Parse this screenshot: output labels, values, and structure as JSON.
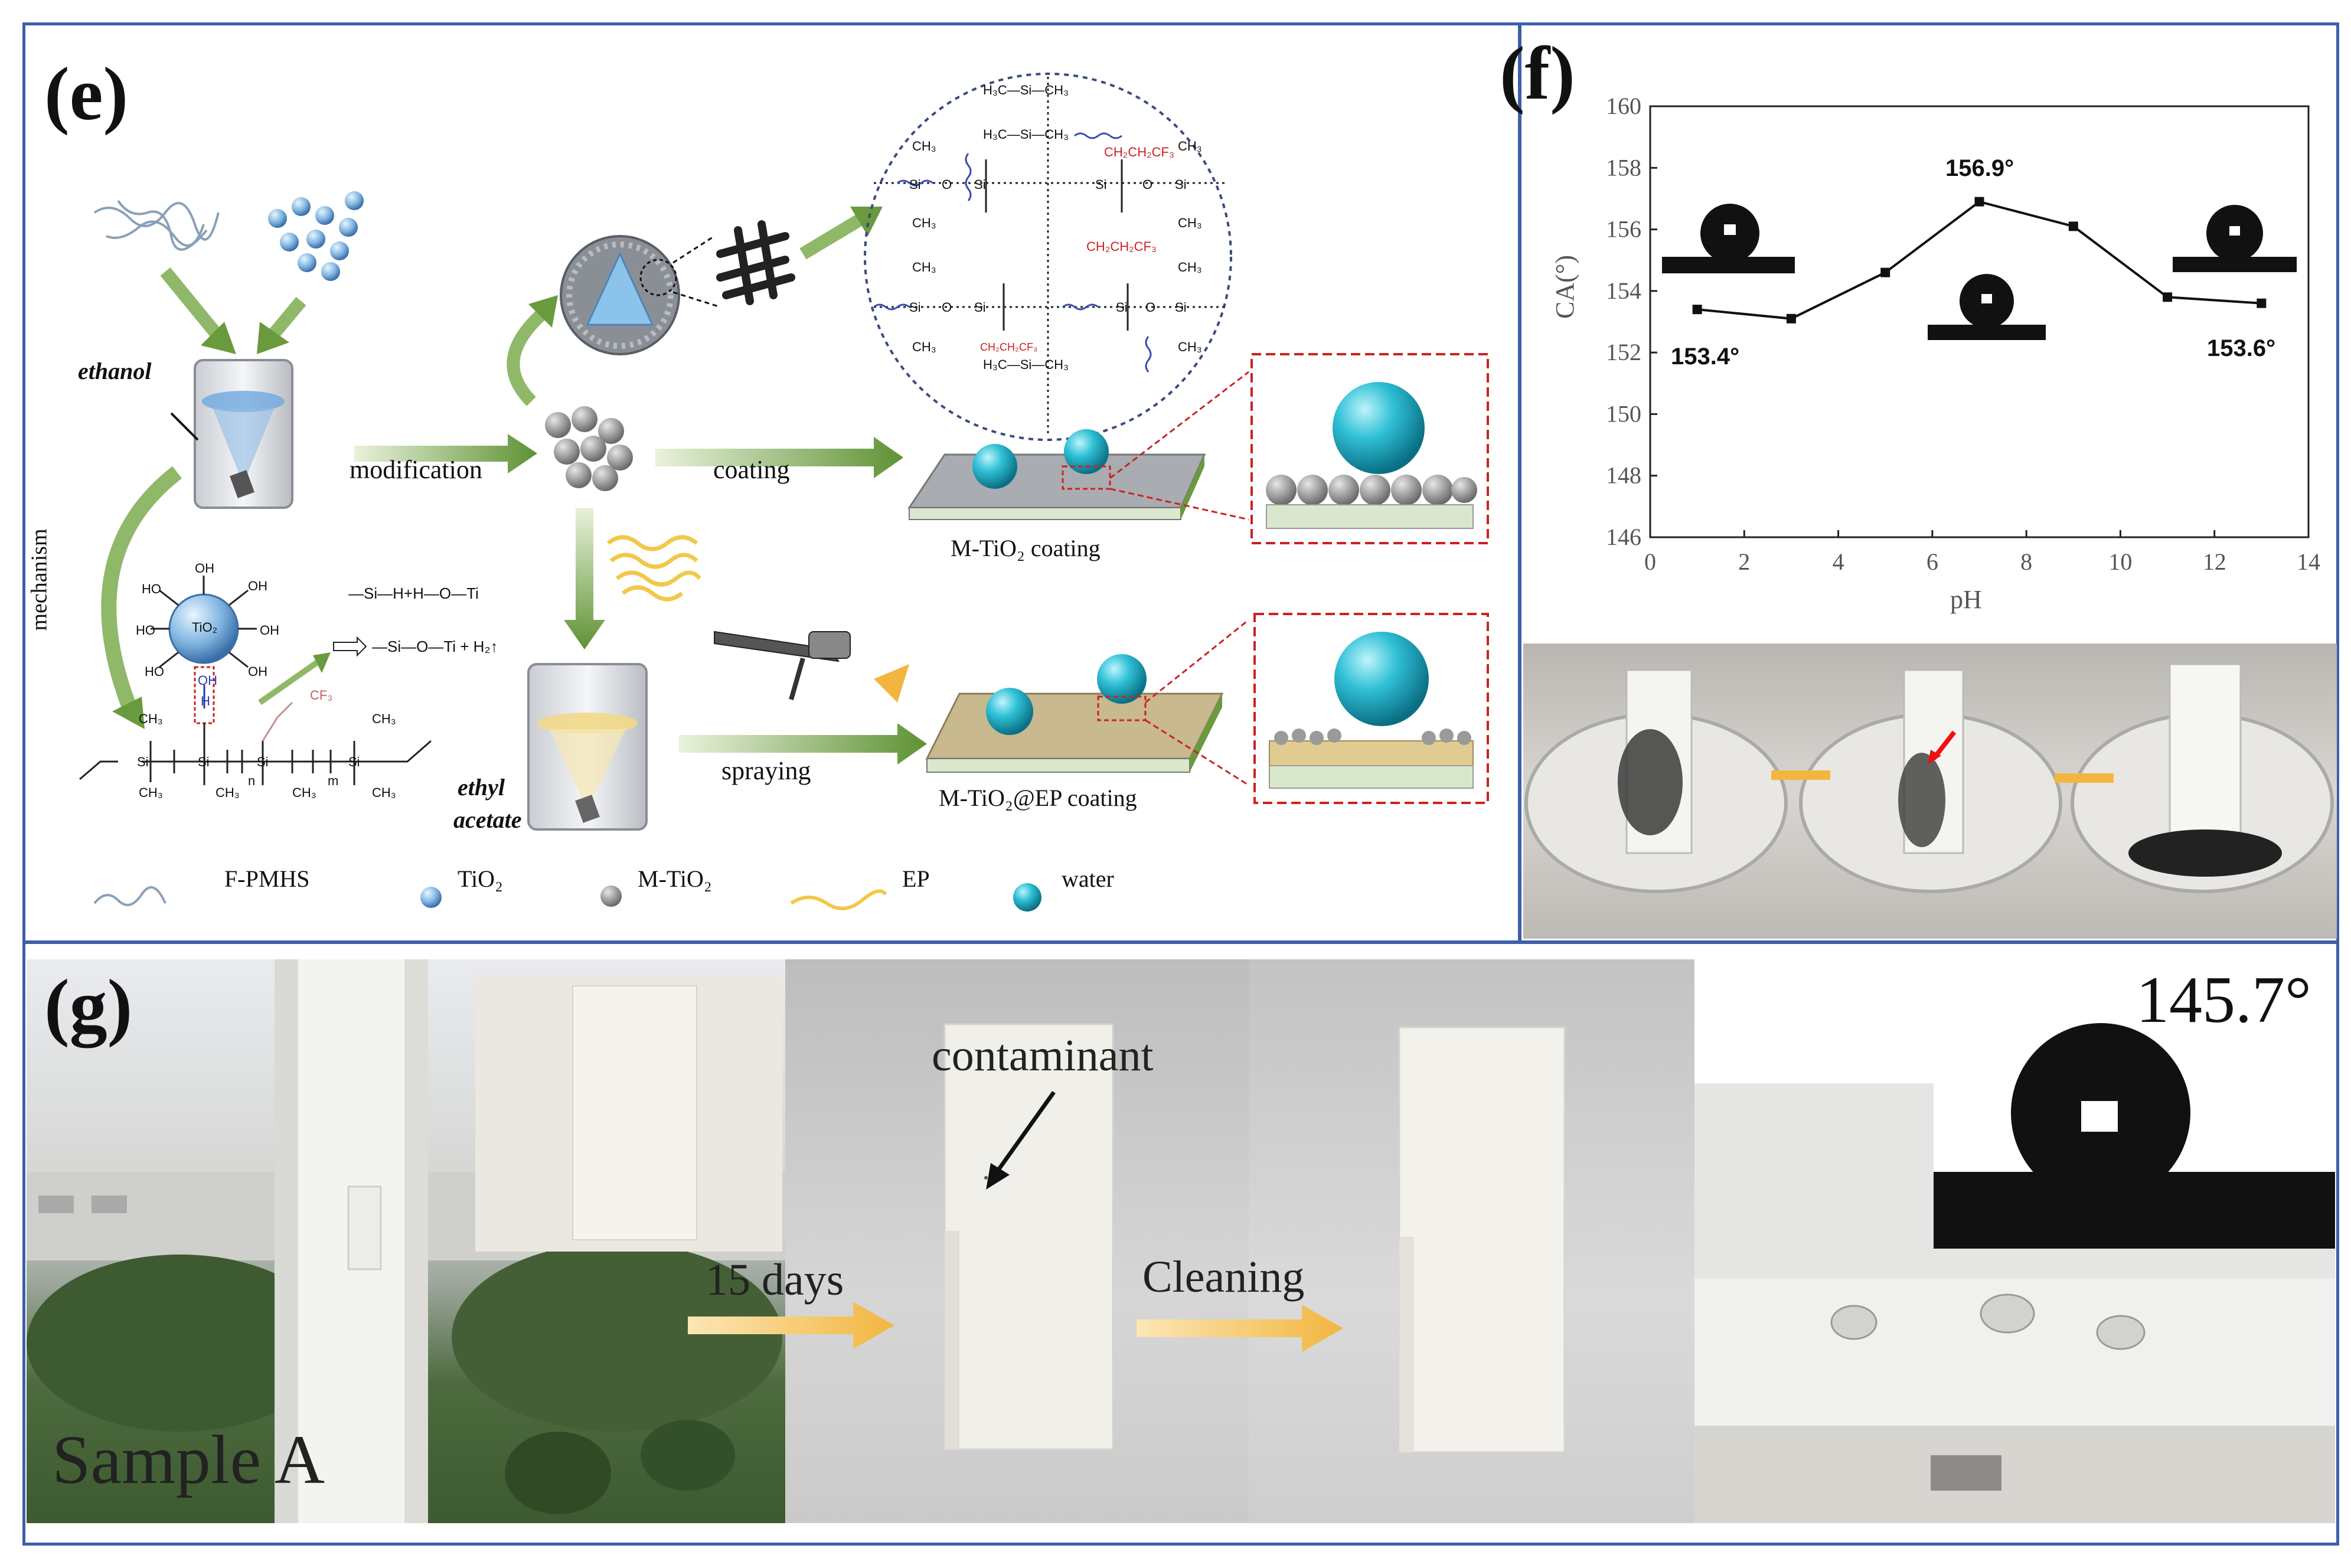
{
  "panels": {
    "e": {
      "letter": "(e)",
      "labels": {
        "ethanol": "ethanol",
        "modification": "modification",
        "coating": "coating",
        "spraying": "spraying",
        "mechanism": "mechanism",
        "ethyl": "ethyl",
        "acetate": "acetate",
        "mtio2_coating": "M-TiO₂ coating",
        "mtio2_ep_coating": "M-TiO₂@EP coating",
        "tio2_core": "TiO₂",
        "reaction_1": "—Si—H+H—O—Ti",
        "reaction_2": "—Si—O—Ti + H₂↑",
        "oh": "OH",
        "ho": "HO",
        "h": "H",
        "cf3": "CF₃",
        "ch3": "CH₃",
        "si": "Si",
        "o": "O",
        "n": "n",
        "m": "m",
        "h3c_si_ch3": "H₃C—Si—CH₃",
        "ch2ch2cf3": "CH₂CH₂CF₃"
      },
      "legend": [
        {
          "icon": "fpmhs-icon",
          "label": "F-PMHS"
        },
        {
          "icon": "tio2-icon",
          "label": "TiO₂"
        },
        {
          "icon": "mtio2-icon",
          "label": "M-TiO₂"
        },
        {
          "icon": "ep-icon",
          "label": "EP"
        },
        {
          "icon": "water-icon",
          "label": "water"
        }
      ]
    },
    "f": {
      "letter": "(f)",
      "annotations": {
        "left": "153.4°",
        "peak": "156.9°",
        "right": "153.6°"
      }
    },
    "g": {
      "letter": "(g)",
      "sample_label": "Sample A",
      "contaminant": "contaminant",
      "days": "15 days",
      "cleaning": "Cleaning",
      "angle": "145.7°"
    }
  },
  "chart_data": {
    "type": "line",
    "title": "",
    "xlabel": "pH",
    "ylabel": "CA(°)",
    "xlim": [
      0,
      14
    ],
    "ylim": [
      146,
      160
    ],
    "xticks": [
      0,
      2,
      4,
      6,
      8,
      10,
      12,
      14
    ],
    "yticks": [
      146,
      148,
      150,
      152,
      154,
      156,
      158,
      160
    ],
    "grid": false,
    "series": [
      {
        "x": [
          1,
          3,
          5,
          7,
          9,
          11,
          13
        ],
        "y": [
          153.4,
          153.1,
          154.6,
          156.9,
          156.1,
          153.8,
          153.6
        ]
      }
    ]
  },
  "colors": {
    "border": "#3f5fa8",
    "arrow_green": "#6a9a3e",
    "water_cyan": "#27b7cf",
    "dashed_red": "#cc2222",
    "arrow_yellow": "#f2b640"
  }
}
